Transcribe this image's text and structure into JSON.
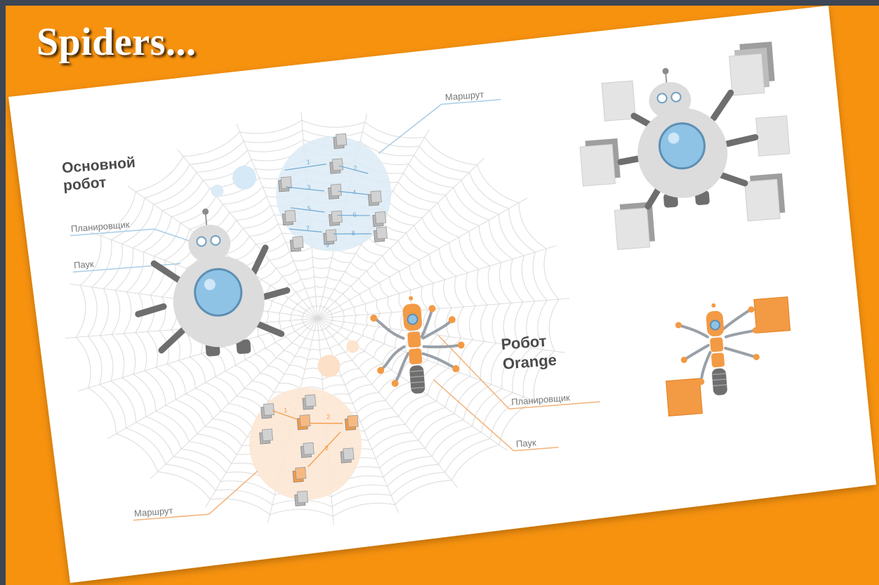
{
  "title": "Spiders...",
  "labels": {
    "main_robot": [
      "Основной",
      "робот"
    ],
    "scheduler": "Планировщик",
    "spider": "Паук",
    "route": "Маршрут",
    "orange_robot": [
      "Робот",
      "Orange"
    ]
  },
  "route_numbers": {
    "blue": [
      "1",
      "2",
      "3",
      "4",
      "5",
      "6",
      "7",
      "8",
      "9"
    ],
    "orange": [
      "1",
      "2",
      "3"
    ]
  },
  "colors": {
    "background": "#3d4654",
    "frame": "#f7920f",
    "paper": "#ffffff",
    "robot_body": "#dcdcdc",
    "robot_eye": "#8fc3e6",
    "orange": "#f39a44",
    "leader_blue": "#a9cde6",
    "leader_orange": "#f3b27a"
  }
}
